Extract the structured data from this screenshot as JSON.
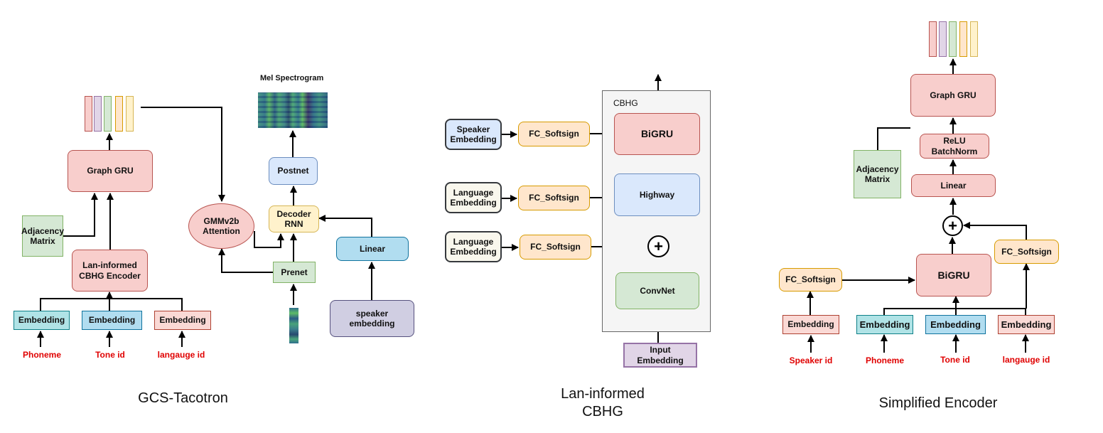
{
  "panels": {
    "gcs": {
      "caption": "GCS-Tacotron",
      "graph_gru": "Graph GRU",
      "adjacency": "Adjacency\nMatrix",
      "encoder": "Lan-informed\nCBHG Encoder",
      "emb1": "Embedding",
      "emb2": "Embedding",
      "emb3": "Embedding",
      "in1": "Phoneme",
      "in2": "Tone id",
      "in3": "langauge id",
      "attention": "GMMv2b\nAttention",
      "mel_title": "Mel Spectrogram",
      "postnet": "Postnet",
      "decoder": "Decoder\nRNN",
      "prenet": "Prenet",
      "linear": "Linear",
      "speaker": "speaker\nembedding"
    },
    "cbhg": {
      "caption": "Lan-informed\nCBHG",
      "frame_label": "CBHG",
      "speaker_emb": "Speaker\nEmbedding",
      "lang_emb1": "Language\nEmbedding",
      "lang_emb2": "Language\nEmbedding",
      "fc1": "FC_Softsign",
      "fc2": "FC_Softsign",
      "fc3": "FC_Softsign",
      "bigru": "BiGRU",
      "highway": "Highway",
      "convnet": "ConvNet",
      "input_emb": "Input\nEmbedding",
      "plus": "+"
    },
    "simplified": {
      "caption": "Simplified Encoder",
      "graph_gru": "Graph GRU",
      "relu": "ReLU\nBatchNorm",
      "adjacency": "Adjacency\nMatrix",
      "linear": "Linear",
      "plus": "+",
      "fc_right": "FC_Softsign",
      "fc_left": "FC_Softsign",
      "bigru": "BiGRU",
      "emb_spk": "Embedding",
      "emb1": "Embedding",
      "emb2": "Embedding",
      "emb3": "Embedding",
      "in_spk": "Speaker id",
      "in1": "Phoneme",
      "in2": "Tone id",
      "in3": "langauge id"
    }
  },
  "colors": {
    "strip_fills": [
      "#f8cecc",
      "#e1d5e7",
      "#d5e8d4",
      "#ffe6cc",
      "#fff2cc"
    ],
    "strip_borders": [
      "#b85450",
      "#9673a6",
      "#82b366",
      "#d79b00",
      "#d6b656"
    ]
  }
}
